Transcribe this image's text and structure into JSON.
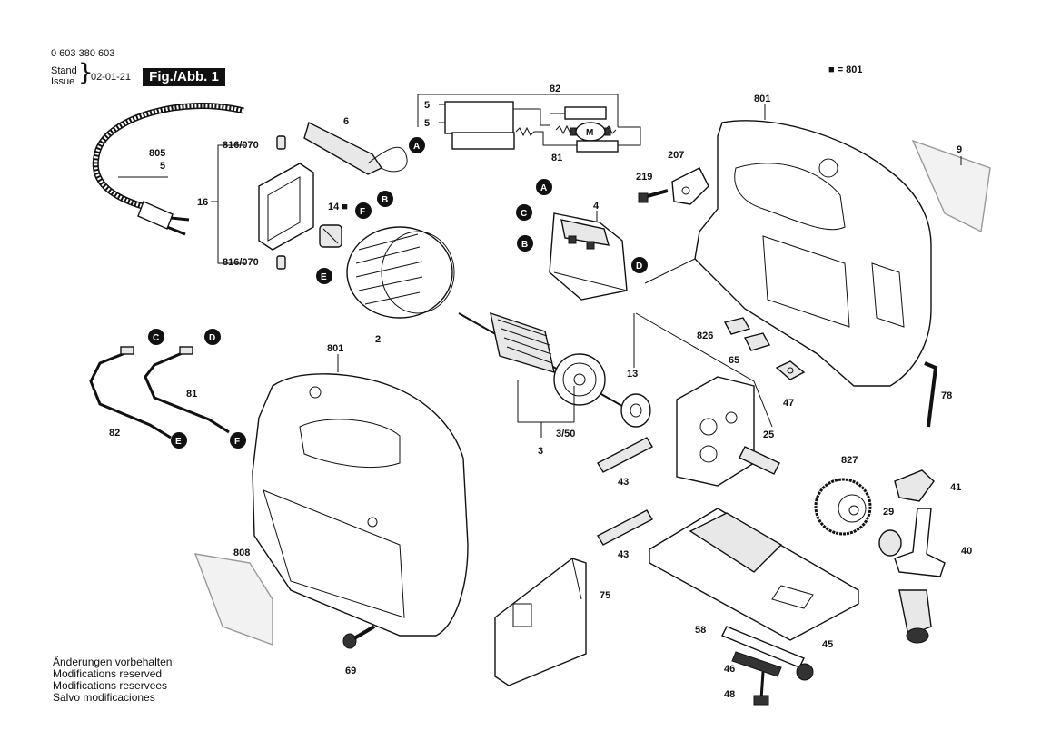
{
  "header": {
    "part_number": "0 603 380 603",
    "stand_label": "Stand",
    "issue_label": "Issue",
    "date": "02-01-21",
    "figure": "Fig./Abb. 1",
    "legend": "■ = 801"
  },
  "footer": {
    "lines": [
      "Änderungen vorbehalten",
      "Modifications reserved",
      "Modifications reservees",
      "Salvo modificaciones"
    ]
  },
  "callouts": {
    "805": "805",
    "5a": "5",
    "6": "6",
    "816a": "816/070",
    "816b": "816/070",
    "16": "16",
    "14": "14 ■",
    "2": "2",
    "82": "82",
    "5b": "5",
    "5c": "5",
    "81": "81",
    "801a": "801",
    "9": "9",
    "207": "207",
    "219": "219",
    "4": "4",
    "826": "826",
    "65": "65",
    "47": "47",
    "78": "78",
    "13": "13",
    "3_50": "3/50",
    "3": "3",
    "25": "25",
    "827": "827",
    "41": "41",
    "29": "29",
    "40": "40",
    "43a": "43",
    "43b": "43",
    "801b": "801",
    "82b": "82",
    "81b": "81",
    "808": "808",
    "75": "75",
    "45": "45",
    "58": "58",
    "46": "46",
    "48": "48",
    "69": "69"
  },
  "markers": {
    "A": "A",
    "B": "B",
    "C": "C",
    "D": "D",
    "E": "E",
    "F": "F",
    "M": "M"
  }
}
